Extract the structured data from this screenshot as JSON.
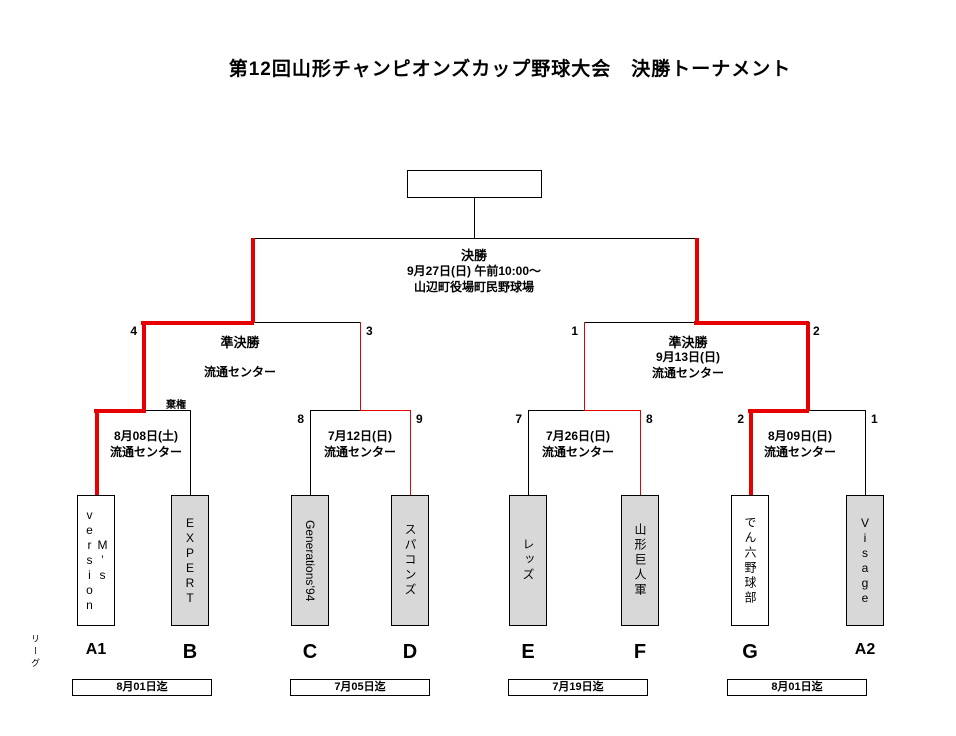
{
  "title": "第12回山形チャンピオンズカップ野球大会　決勝トーナメント",
  "league_axis_label": "リーグ",
  "final": {
    "label": "決勝",
    "datetime": "9月27日(日) 午前10:00～",
    "venue": "山辺町役場町民野球場"
  },
  "semifinal_left": {
    "label": "準決勝",
    "venue": "流通センター",
    "score_left": "4",
    "score_right": "3"
  },
  "semifinal_right": {
    "label": "準決勝",
    "date": "9月13日(日)",
    "venue": "流通センター",
    "score_left": "1",
    "score_right": "2"
  },
  "round1": [
    {
      "date": "8月08日(土)",
      "venue": "流通センター",
      "note": "棄権"
    },
    {
      "date": "7月12日(日)",
      "venue": "流通センター",
      "score_left": "8",
      "score_right": "9"
    },
    {
      "date": "7月26日(日)",
      "venue": "流通センター",
      "score_left": "7",
      "score_right": "8"
    },
    {
      "date": "8月09日(日)",
      "venue": "流通センター",
      "score_left": "2",
      "score_right": "1"
    }
  ],
  "teams": [
    {
      "slot": "A1",
      "name": "version",
      "name2": "M’s"
    },
    {
      "slot": "B",
      "name": "EXPERT"
    },
    {
      "slot": "C",
      "name": "Generations’94"
    },
    {
      "slot": "D",
      "name": "スパコンズ"
    },
    {
      "slot": "E",
      "name": "レッズ"
    },
    {
      "slot": "F",
      "name": "山形巨人軍"
    },
    {
      "slot": "G",
      "name": "でん六野球部"
    },
    {
      "slot": "A2",
      "name": "Visage"
    }
  ],
  "deadlines": [
    "8月01日迄",
    "7月05日迄",
    "7月19日迄",
    "8月01日迄"
  ],
  "colors": {
    "advance-red": "#e60000",
    "line-black": "#000000",
    "eliminated-gray": "#d8d8d8"
  }
}
